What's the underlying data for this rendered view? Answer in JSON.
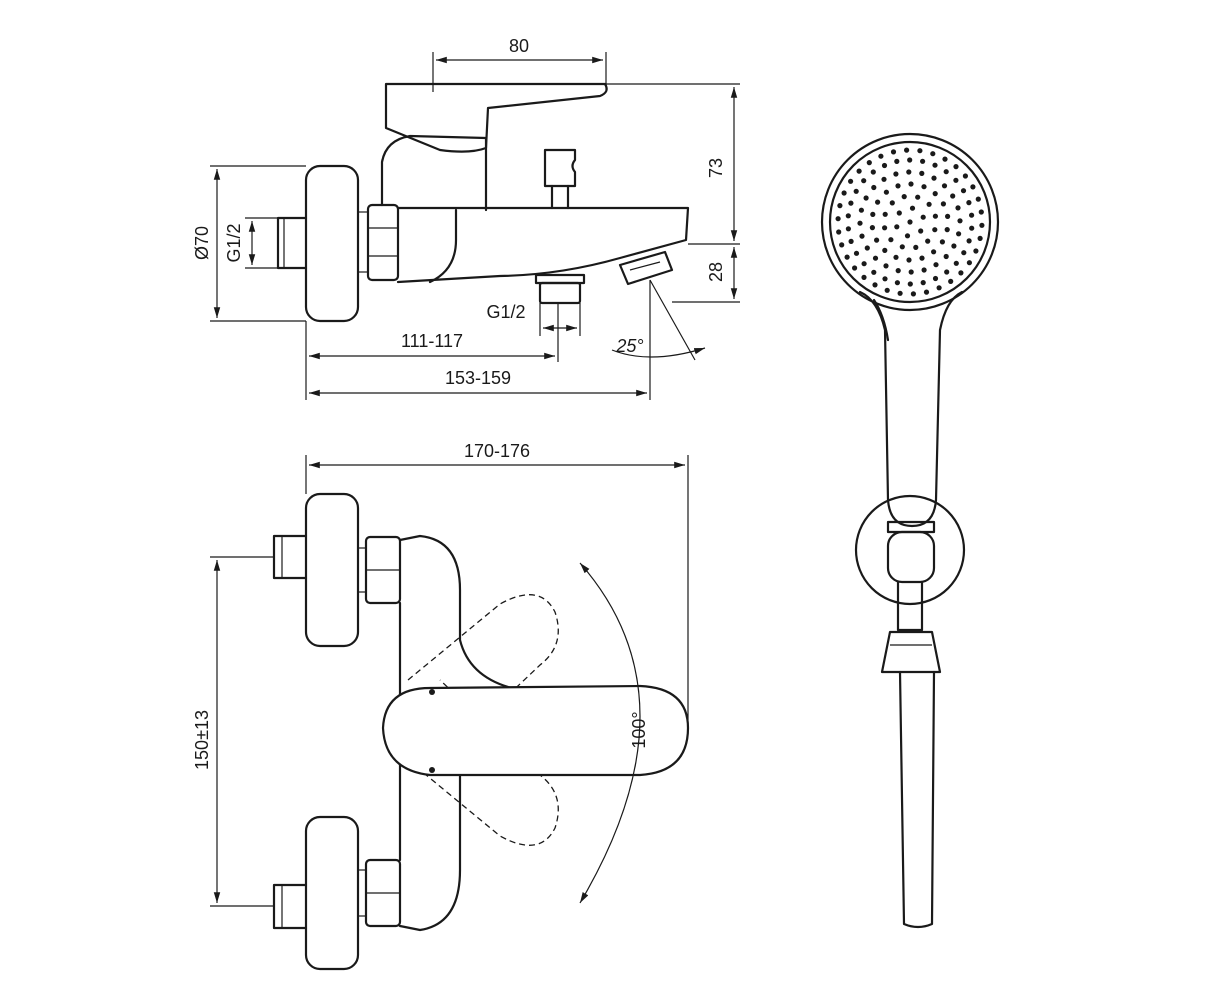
{
  "top_view": {
    "width_80": "80",
    "height_73": "73",
    "height_28": "28",
    "diameter": "Ø70",
    "thread_inlet": "G1/2",
    "thread_outlet": "G1/2",
    "range_111_117": "111-117",
    "range_153_159": "153-159",
    "angle_25": "25°"
  },
  "front_view": {
    "width_170_176": "170-176",
    "center_distance": "150±13",
    "angle_100": "100°"
  },
  "colors": {
    "line": "#1a1a1a",
    "background": "#ffffff"
  }
}
